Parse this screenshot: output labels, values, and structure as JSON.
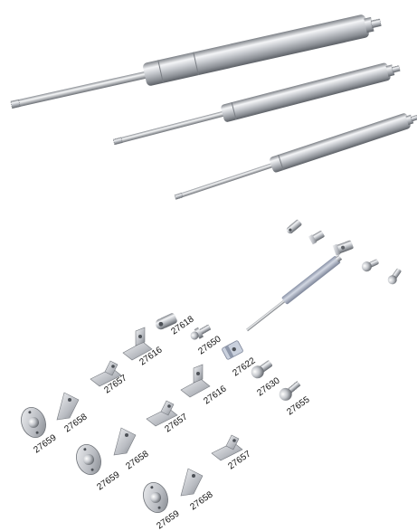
{
  "labels": {
    "l_27618": "27618",
    "l_27650": "27650",
    "l_27616a": "27616",
    "l_27657a": "27657",
    "l_27622": "27622",
    "l_27630": "27630",
    "l_27655": "27655",
    "l_27616b": "27616",
    "l_27657b": "27657",
    "l_27658a": "27658",
    "l_27659a": "27659",
    "l_27658b": "27658",
    "l_27659b": "27659",
    "l_27657c": "27657",
    "l_27658c": "27658",
    "l_27659c": "27659"
  },
  "colors": {
    "background": "#ffffff",
    "steel_light": "#f2f3f5",
    "steel_mid": "#b9bcc2",
    "steel_dark": "#6e7278",
    "gas_spring_body": "#a9b1c3",
    "label_text": "#111111"
  }
}
